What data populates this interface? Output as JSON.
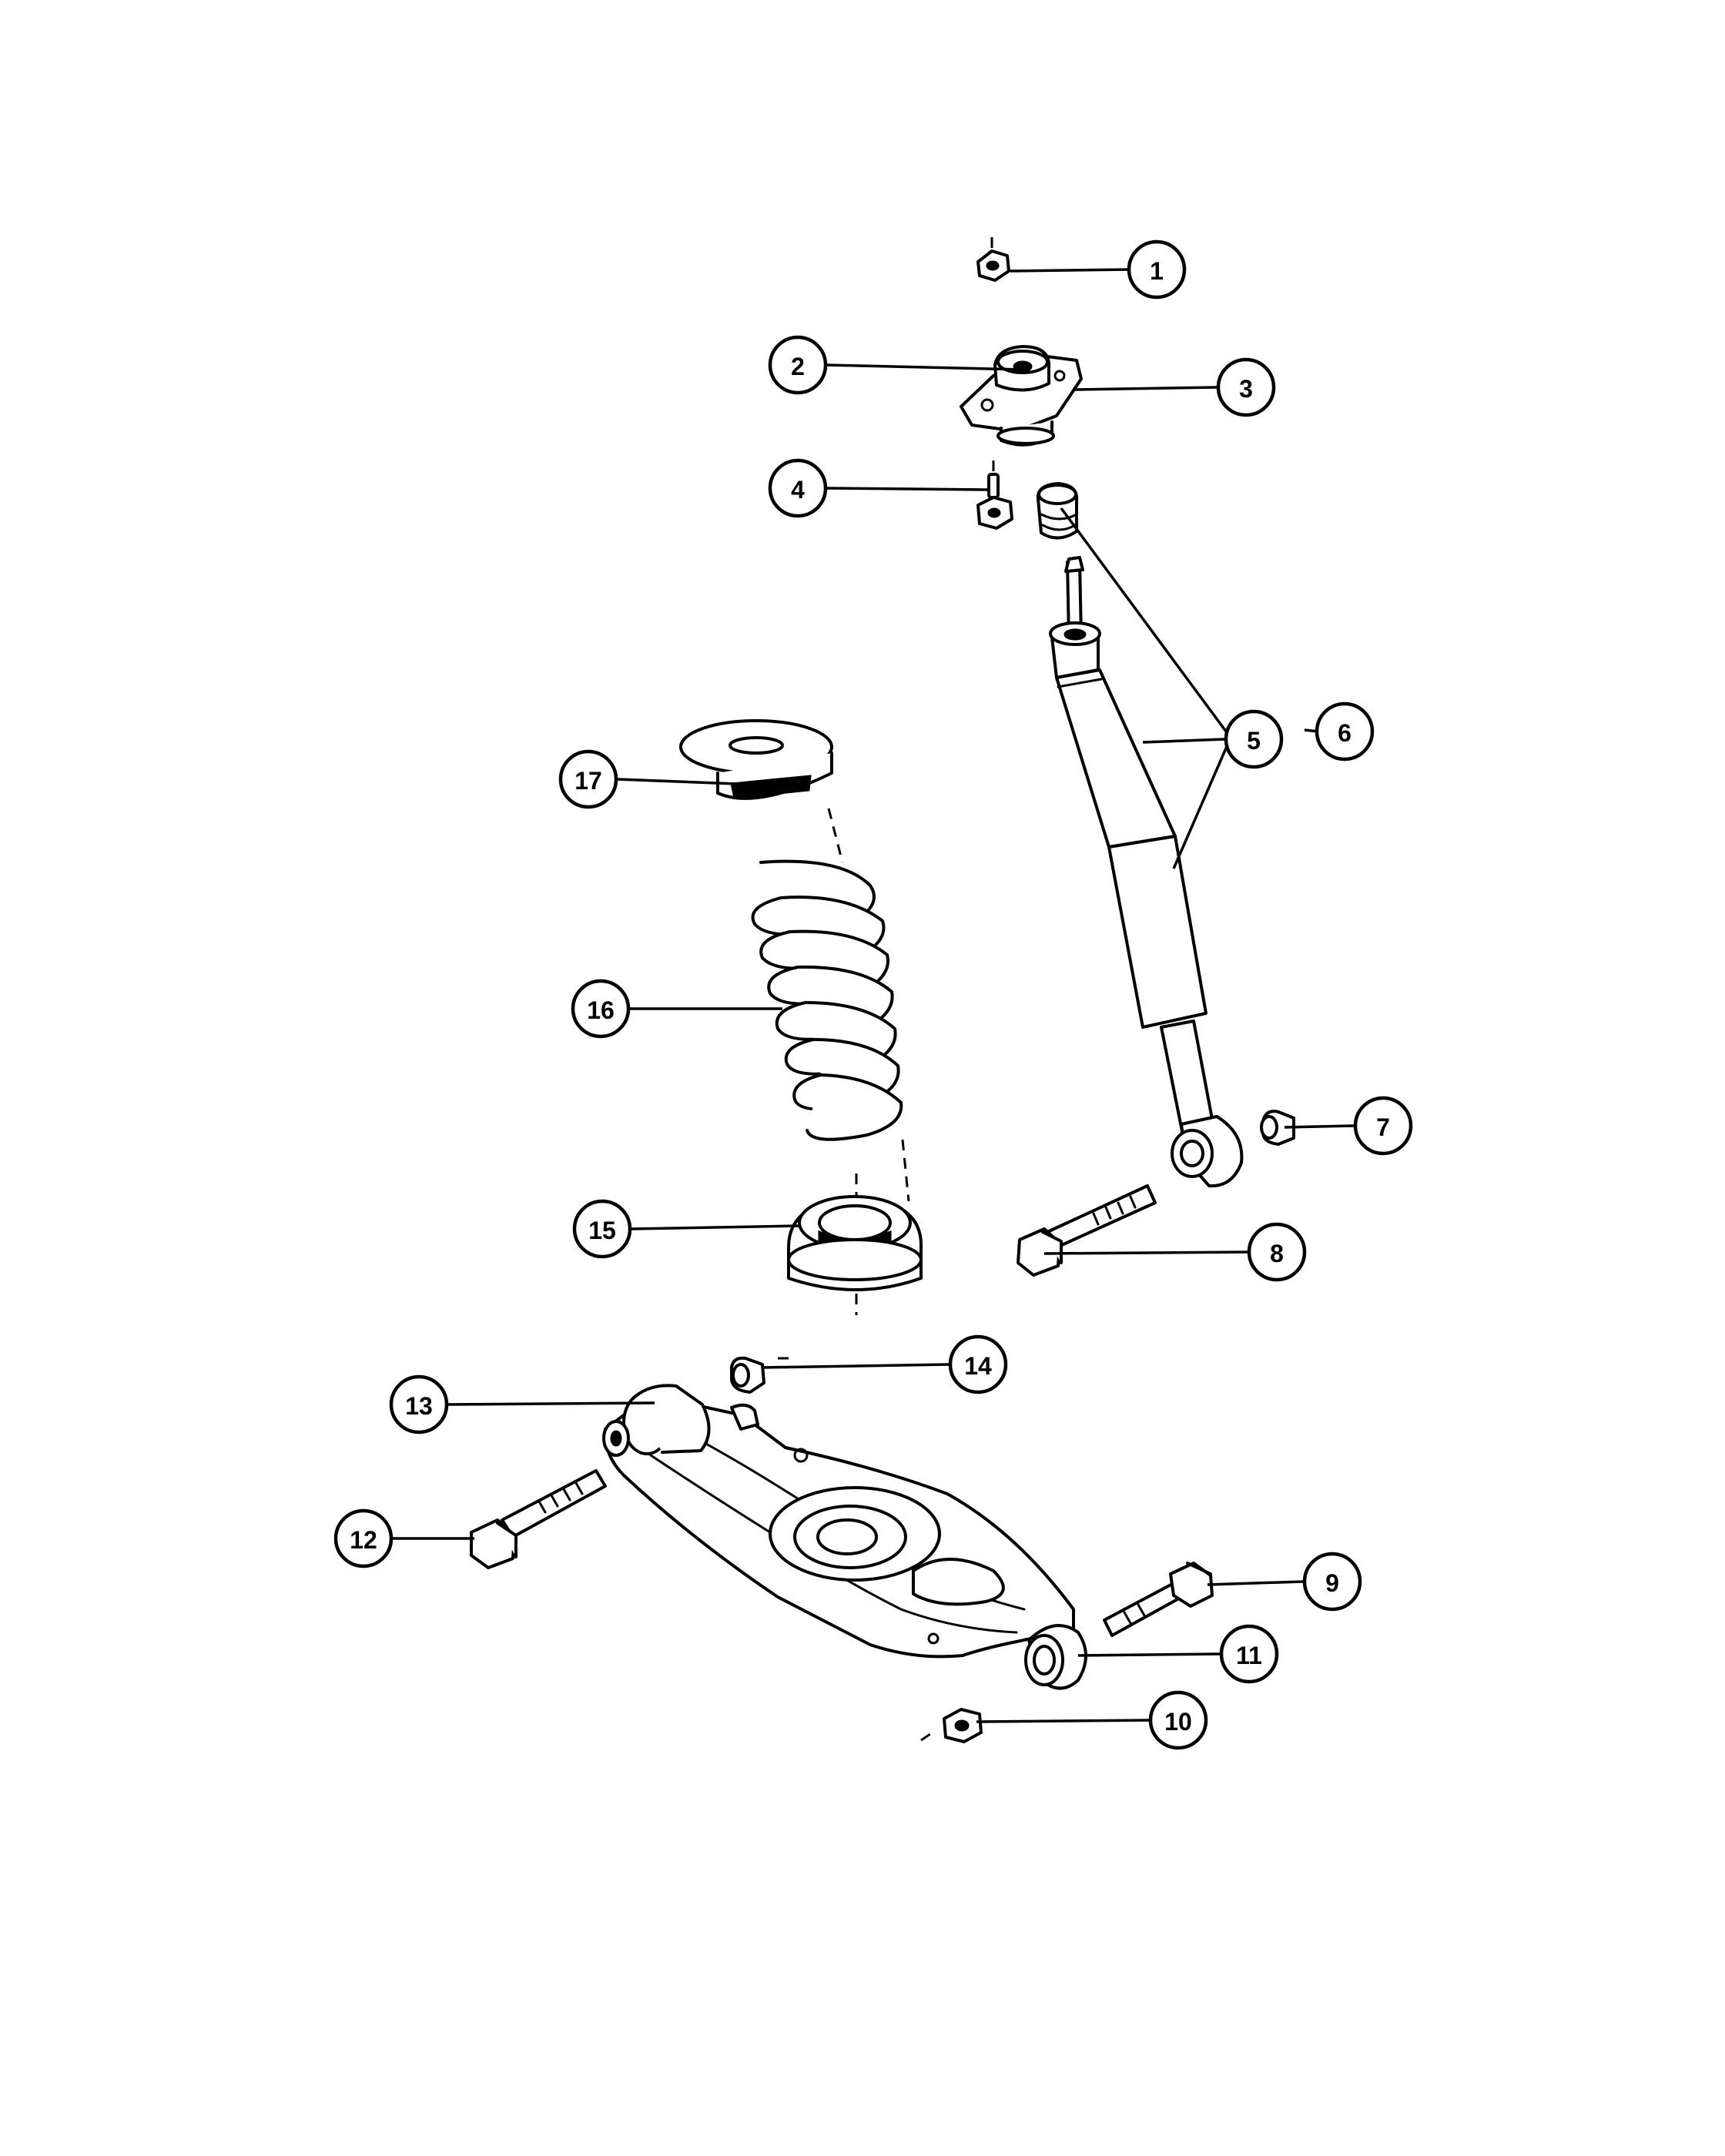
{
  "callouts": [
    {
      "id": "1",
      "label": "1"
    },
    {
      "id": "2",
      "label": "2"
    },
    {
      "id": "3",
      "label": "3"
    },
    {
      "id": "4",
      "label": "4"
    },
    {
      "id": "5",
      "label": "5"
    },
    {
      "id": "6",
      "label": "6"
    },
    {
      "id": "7",
      "label": "7"
    },
    {
      "id": "8",
      "label": "8"
    },
    {
      "id": "9",
      "label": "9"
    },
    {
      "id": "10",
      "label": "10"
    },
    {
      "id": "11",
      "label": "11"
    },
    {
      "id": "12",
      "label": "12"
    },
    {
      "id": "13",
      "label": "13"
    },
    {
      "id": "14",
      "label": "14"
    },
    {
      "id": "15",
      "label": "15"
    },
    {
      "id": "16",
      "label": "16"
    },
    {
      "id": "17",
      "label": "17"
    }
  ],
  "colors": {
    "line": "#000000",
    "background": "#ffffff"
  }
}
